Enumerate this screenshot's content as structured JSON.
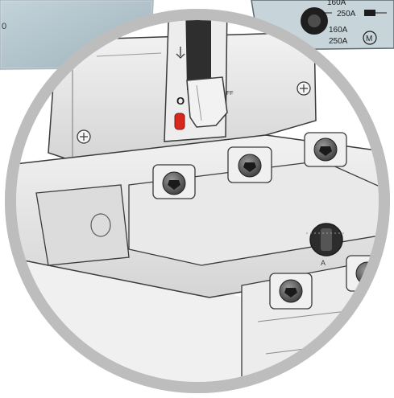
{
  "top_panel": {
    "ratings": [
      "160A",
      "250A",
      "160A",
      "250A"
    ],
    "motor_symbol": "M",
    "fragment_text": "0"
  },
  "breaker": {
    "switch_state_label": "O",
    "off_label": "FF",
    "status_color": "#d9271d"
  },
  "rotary_selector": {
    "label": "A"
  },
  "colors": {
    "frame_ring": "#c9c9c9",
    "housing": "#e6e6e6",
    "outline": "#3a3a3a"
  },
  "icons": [
    "plus-screw-icon",
    "hex-screw-icon",
    "power-toggle-icon",
    "motor-icon"
  ]
}
